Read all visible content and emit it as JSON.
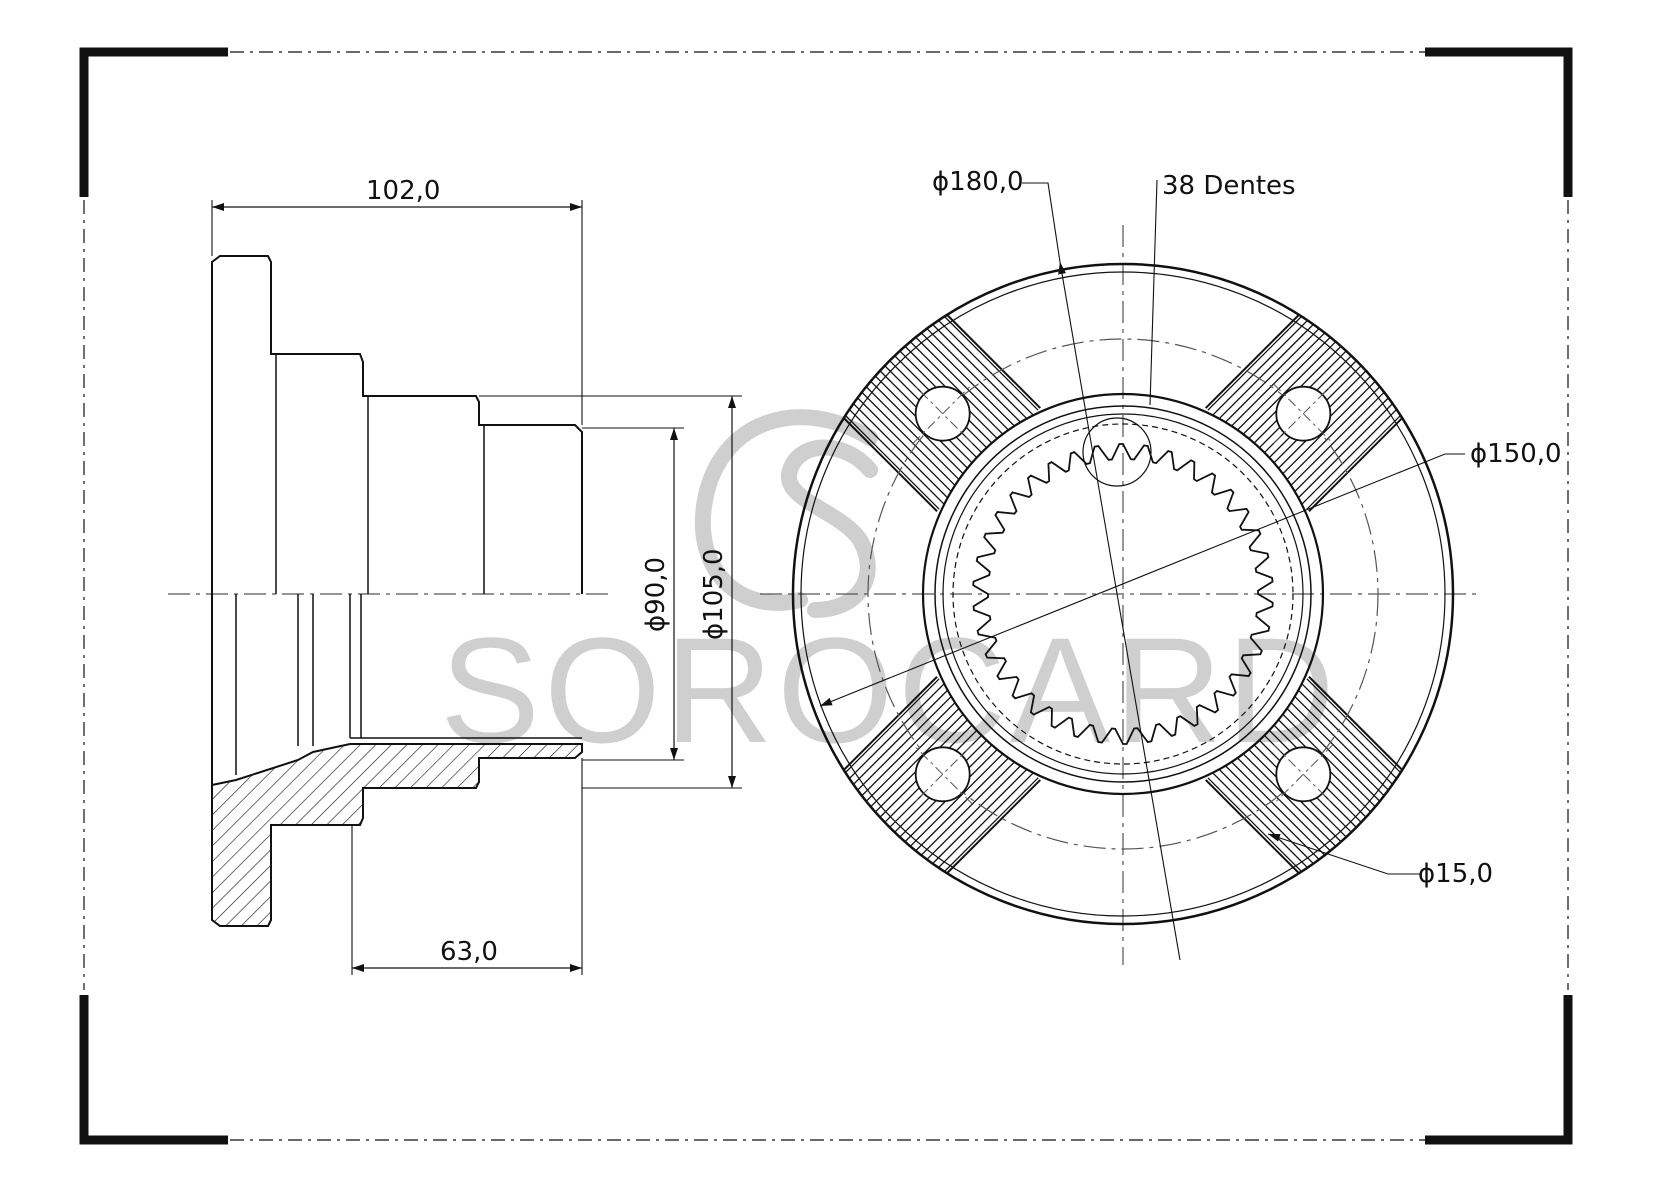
{
  "watermark": {
    "text": "SOROCARD",
    "color": "#cfcfcf"
  },
  "side_view": {
    "dim_overall_length": "102,0",
    "dim_spigot_length": "63,0",
    "dim_bore_diameter": "ϕ90,0",
    "dim_hub_diameter": "ϕ105,0"
  },
  "front_view": {
    "dim_outer_diameter": "ϕ180,0",
    "dim_teeth": "38 Dentes",
    "dim_bolt_circle": "ϕ150,0",
    "dim_hole_diameter": "ϕ15,0",
    "spline_teeth_count": 38,
    "bolt_hole_count": 4
  },
  "colors": {
    "line": "#111111",
    "centerline": "#555555",
    "frame": "#111111"
  }
}
